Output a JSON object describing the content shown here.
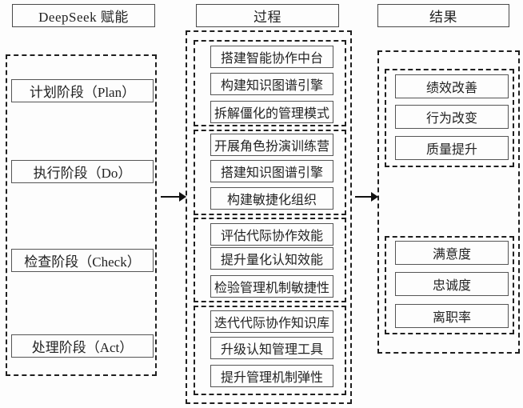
{
  "diagram_title": "DeepSeek PDCA process-result flow diagram",
  "columns": {
    "left": {
      "title": "DeepSeek 赋能",
      "stages": [
        {
          "label": "计划阶段（Plan）"
        },
        {
          "label": "执行阶段（Do）"
        },
        {
          "label": "检查阶段（Check）"
        },
        {
          "label": "处理阶段（Act）"
        }
      ]
    },
    "middle": {
      "title": "过程",
      "groups": [
        {
          "items": [
            "搭建智能协作中台",
            "构建知识图谱引擎",
            "拆解僵化的管理模式"
          ]
        },
        {
          "items": [
            "开展角色扮演训练营",
            "搭建知识图谱引擎",
            "构建敏捷化组织"
          ]
        },
        {
          "items": [
            "评估代际协作效能",
            "提升量化认知效能",
            "检验管理机制敏捷性"
          ]
        },
        {
          "items": [
            "迭代代际协作知识库",
            "升级认知管理工具",
            "提升管理机制弹性"
          ]
        }
      ]
    },
    "right": {
      "title": "结果",
      "groups": [
        {
          "items": [
            "绩效改善",
            "行为改变",
            "质量提升"
          ]
        },
        {
          "items": [
            "满意度",
            "忠诚度",
            "离职率"
          ]
        }
      ]
    }
  },
  "colors": {
    "background": "#fdfdfd",
    "line": "#1f1f1f",
    "box_border": "#555555",
    "text": "#222222"
  }
}
